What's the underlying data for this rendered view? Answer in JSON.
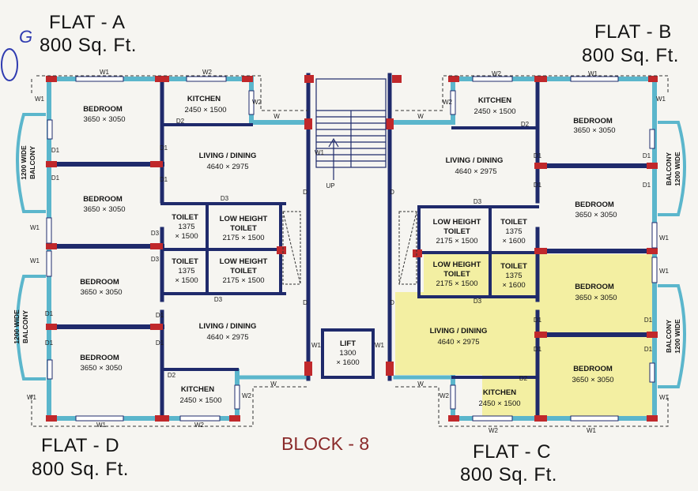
{
  "flats": {
    "a": {
      "name": "FLAT - A",
      "area": "800 Sq. Ft."
    },
    "b": {
      "name": "FLAT - B",
      "area": "800 Sq. Ft."
    },
    "c": {
      "name": "FLAT - C",
      "area": "800 Sq. Ft."
    },
    "d": {
      "name": "FLAT - D",
      "area": "800 Sq. Ft."
    }
  },
  "block_title": "BLOCK - 8",
  "handwritten_mark": "G",
  "rooms": {
    "bedroom_name": "BEDROOM",
    "bedroom_dim": "3650 × 3050",
    "kitchen_name": "KITCHEN",
    "kitchen_dim": "2450 × 1500",
    "living_name": "LIVING / DINING",
    "living_dim": "4640 × 2975",
    "toilet_name": "TOILET",
    "toilet_dim_top": "1375",
    "toilet_dim_a": "× 1500",
    "toilet_dim_b": "× 1600",
    "lh_toilet_name_1": "LOW HEIGHT",
    "lh_toilet_name_2": "TOILET",
    "lh_toilet_dim": "2175 × 1500",
    "lift_name": "LIFT",
    "lift_dim_1": "1300",
    "lift_dim_2": "× 1600",
    "balcony_label_1": "1200 WIDE",
    "balcony_label_2": "BALCONY",
    "stair_up": "UP"
  },
  "markers": {
    "w1": "W1",
    "w2": "W2",
    "w": "W",
    "d": "D",
    "d1": "D1",
    "d2": "D2",
    "d3": "D3"
  },
  "colors": {
    "wall_dark": "#1f2a6b",
    "wall_cyan": "#5bb6cc",
    "column_red": "#c0282b",
    "highlight_yellow": "#f3efa2",
    "block_title": "#8a2a2a",
    "handwriting": "#2f3bb0"
  }
}
